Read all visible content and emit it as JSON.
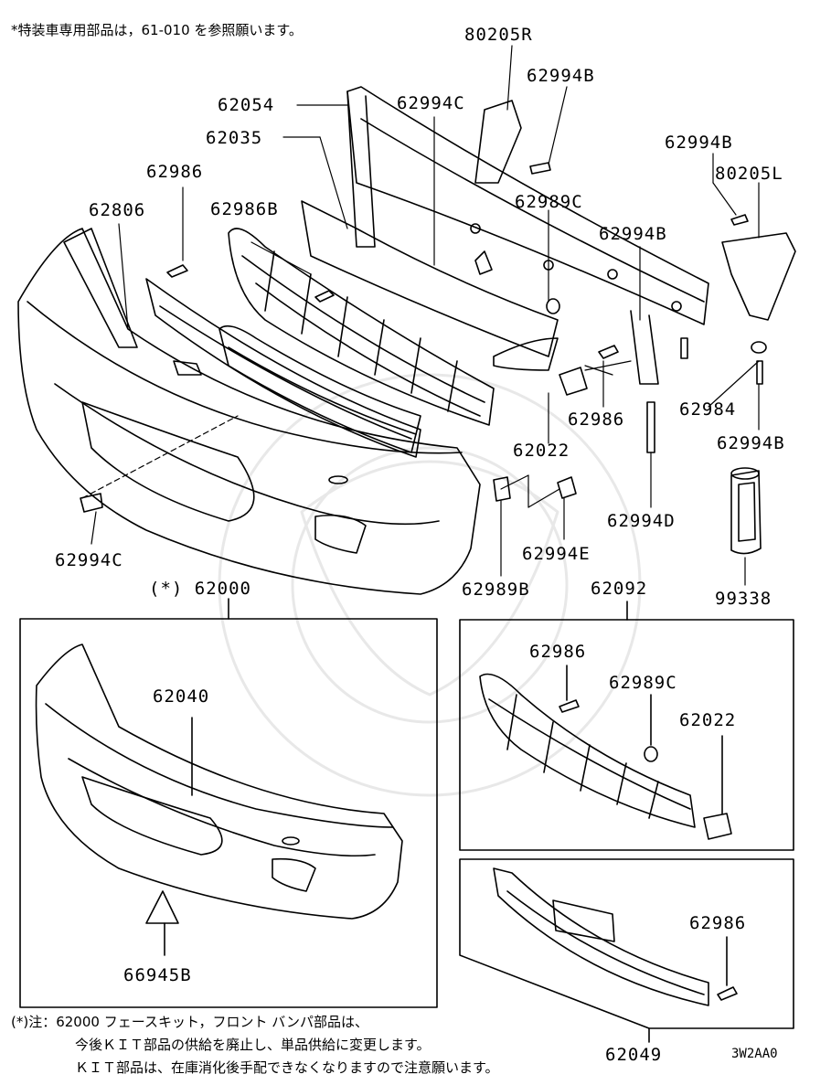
{
  "note_top": "*特装車専用部品は，61-010 を参照願います。",
  "labels": {
    "p80205R": "80205R",
    "p62994B_1": "62994B",
    "p62054": "62054",
    "p62994C_1": "62994C",
    "p62035": "62035",
    "p62994B_2": "62994B",
    "p80205L": "80205L",
    "p62986_1": "62986",
    "p62989C_1": "62989C",
    "p62806": "62806",
    "p62986B": "62986B",
    "p62994B_3": "62994B",
    "p62984": "62984",
    "p62986_2": "62986",
    "p62994B_4": "62994B",
    "p62022_1": "62022",
    "p62994D": "62994D",
    "p62994C_2": "62994C",
    "p62994E": "62994E",
    "p62989B": "62989B",
    "p62000": "(*) 62000",
    "p62092": "62092",
    "p99338": "99338",
    "p62986_3": "62986",
    "p62040": "62040",
    "p62989C_2": "62989C",
    "p62022_2": "62022",
    "p62986_4": "62986",
    "p66945B": "66945B",
    "p62049": "62049"
  },
  "footer": {
    "line1": "(*)注：62000 フェースキット，フロント バンパ部品は、",
    "line2": "今後ＫＩＴ部品の供給を廃止し、単品供給に変更します。",
    "line3": "ＫＩＴ部品は、在庫消化後手配できなくなりますので注意願います。"
  },
  "diagram_code": "3W2AA0"
}
